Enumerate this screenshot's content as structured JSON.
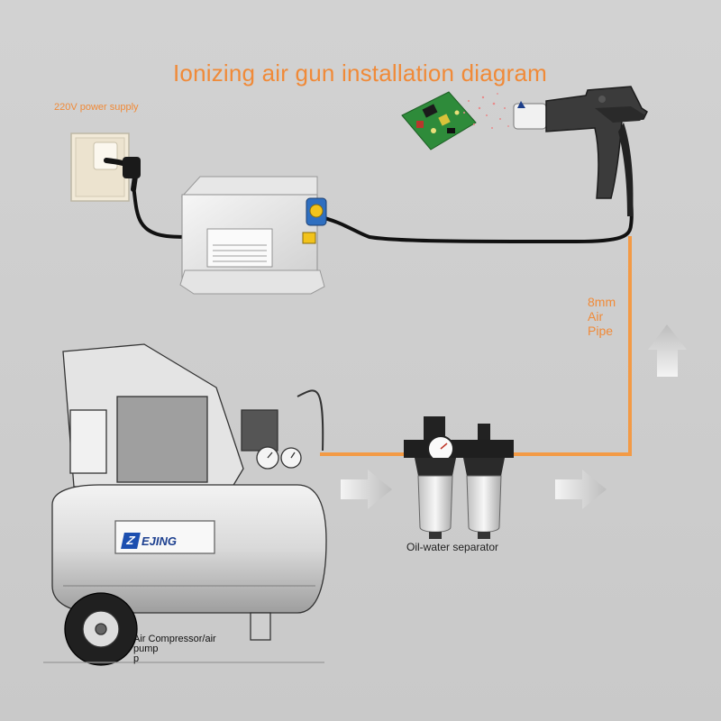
{
  "title": "Ionizing air gun installation diagram",
  "labels": {
    "power_supply": "220V power supply",
    "pipe_line1": "8mm",
    "pipe_line2": "Air",
    "pipe_line3": "Pipe",
    "separator": "Oil-water separator",
    "compressor_line1": "Air Compressor/air",
    "compressor_line2": "pump",
    "compressor_line3": "p"
  },
  "branding": {
    "compressor_brand": "EJING",
    "compressor_brand_mark": "Z"
  },
  "colors": {
    "accent": "#f08a38",
    "air_pipe": "#f39a45",
    "cable": "#111111",
    "flow_arrow": "#e8e8e8",
    "brand_blue": "#1c4fb0"
  },
  "icons": {
    "power_socket": "wall-socket-icon",
    "ionizer_box": "high-voltage-power-box-icon",
    "air_gun": "ionizing-air-gun-icon",
    "pcb": "circuit-board-icon",
    "separator": "filter-regulator-icon",
    "compressor": "air-compressor-icon",
    "flow_arrow": "flow-arrow-icon"
  }
}
